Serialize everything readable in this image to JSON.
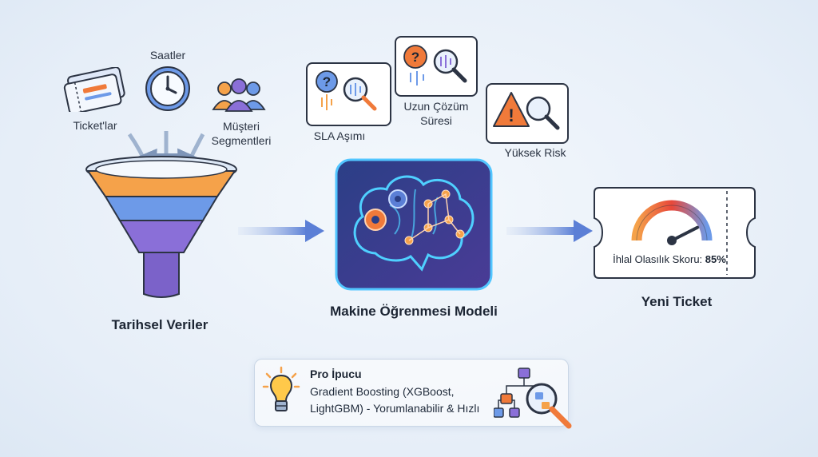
{
  "inputs": {
    "tickets_label": "Ticket'lar",
    "hours_label": "Saatler",
    "segments_label_1": "Müşteri",
    "segments_label_2": "Segmentleri",
    "stage_title": "Tarihsel Veriler"
  },
  "model": {
    "title": "Makine Öğrenmesi Modeli"
  },
  "outcomes": {
    "sla": "SLA Aşımı",
    "long_1": "Uzun Çözüm",
    "long_2": "Süresi",
    "risk": "Yüksek Risk"
  },
  "output": {
    "score_label": "İhlal Olasılık Skoru:",
    "score_value": "85%",
    "score_fraction": 0.85,
    "title": "Yeni Ticket"
  },
  "tip": {
    "title": "Pro İpucu",
    "line1": "Gradient Boosting (XGBoost,",
    "line2": "LightGBM) - Yorumlanabilir & Hızlı"
  },
  "colors": {
    "arrow": "#5b7fd6",
    "funnel_orange": "#f5a24a",
    "funnel_blue": "#6d9ae8",
    "funnel_purple": "#8a6fd8",
    "model_bg": "#3b3f8f",
    "glow": "#4fd0ff",
    "alert_orange": "#f07a3a"
  },
  "icons": [
    "ticket-icon",
    "clock-icon",
    "people-icon",
    "funnel-icon",
    "brain-gear-icon",
    "question-magnifier-icon",
    "warning-magnifier-icon",
    "gauge-icon",
    "lightbulb-icon",
    "tree-magnifier-icon"
  ]
}
